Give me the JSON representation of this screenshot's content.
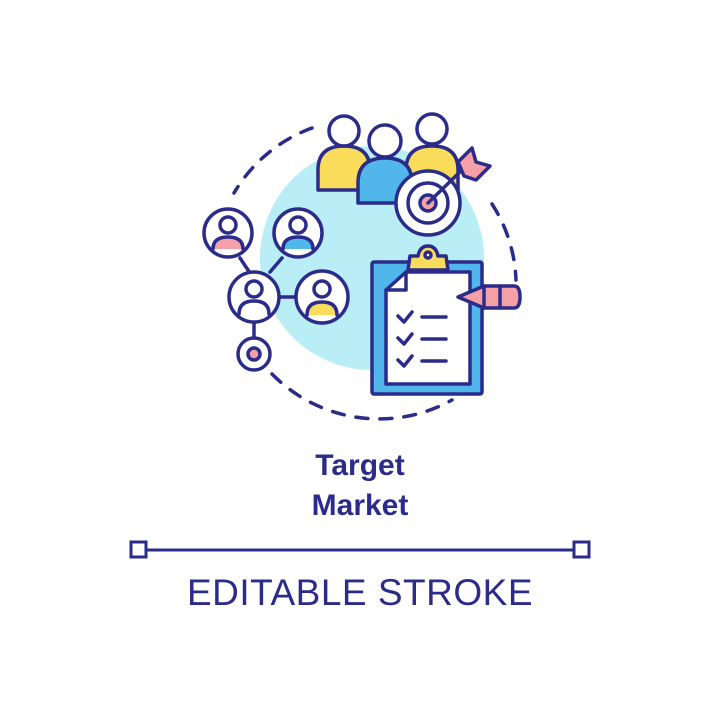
{
  "title": {
    "line1": "Target",
    "line2": "Market"
  },
  "caption": "EDITABLE STROKE",
  "colors": {
    "stroke": "#2b2b8c",
    "light_blue": "#b9eef7",
    "medium_blue": "#51b6ea",
    "yellow": "#f8dc5a",
    "pink": "#f4a0a6",
    "white": "#ffffff"
  },
  "icons": [
    "people-group-icon",
    "target-icon",
    "arrow-icon",
    "network-icon",
    "person-avatar-icon",
    "clipboard-icon",
    "checklist-icon",
    "pencil-icon"
  ]
}
